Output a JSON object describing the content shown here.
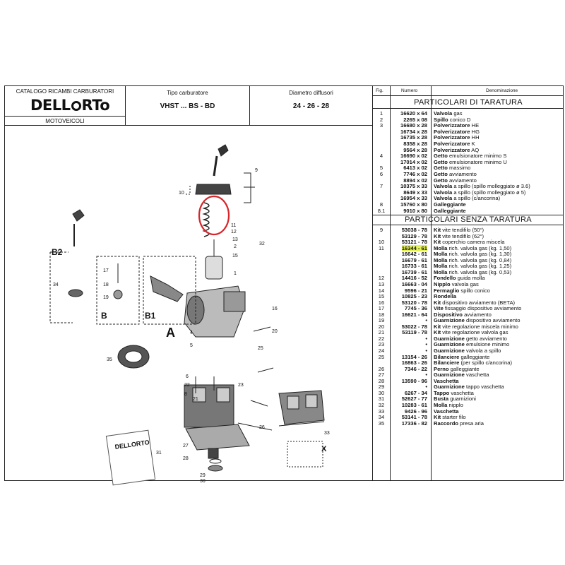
{
  "header": {
    "catalog_title": "CATALOGO RICAMBI CARBURATORI",
    "brand": "DELLORTO",
    "category": "MOTOVEICOLI",
    "carb_type_label": "Tipo carburatore",
    "carb_type_value": "VHST ... BS - BD",
    "diffuser_label": "Diametro diffusori",
    "diffuser_value": "24 - 26 - 28"
  },
  "columns": {
    "fig": "Fig.",
    "numero": "Numero",
    "denominazione": "Denominazione"
  },
  "section_calibration": {
    "title": "PARTICOLARI DI TARATURA",
    "rows": [
      {
        "fig": "1",
        "num": "16620 x 64",
        "name": "Valvola",
        "detail": "gas"
      },
      {
        "fig": "2",
        "num": "2265 x 08",
        "name": "Spillo",
        "detail": "conico D"
      },
      {
        "fig": "3",
        "num": "16680 x 28",
        "name": "Polverizzatore",
        "detail": "HE"
      },
      {
        "fig": "",
        "num": "16734 x 28",
        "name": "Polverizzatore",
        "detail": "HG"
      },
      {
        "fig": "",
        "num": "16735 x 28",
        "name": "Polverizzatore",
        "detail": "HH"
      },
      {
        "fig": "",
        "num": "8358 x 28",
        "name": "Polverizzatore",
        "detail": "K"
      },
      {
        "fig": "",
        "num": "9564 x 28",
        "name": "Polverizzatore",
        "detail": "AQ"
      },
      {
        "fig": "4",
        "num": "16690 x 02",
        "name": "Getto",
        "detail": "emulsionatore minimo S"
      },
      {
        "fig": "",
        "num": "17014 x 02",
        "name": "Getto",
        "detail": "emulsionatore minimo U"
      },
      {
        "fig": "5",
        "num": "6413 x 02",
        "name": "Getto",
        "detail": "massimo"
      },
      {
        "fig": "6",
        "num": "7746 x 02",
        "name": "Getto",
        "detail": "avviamento"
      },
      {
        "fig": "",
        "num": "8894 x 02",
        "name": "Getto",
        "detail": "avviamento"
      },
      {
        "fig": "7",
        "num": "10375 x 33",
        "name": "Valvola",
        "detail": "a spillo (spillo molleggiato ø 3.6)"
      },
      {
        "fig": "",
        "num": "8649 x 33",
        "name": "Valvola",
        "detail": "a spillo (spillo molleggiato ø 5)"
      },
      {
        "fig": "",
        "num": "16954 x 33",
        "name": "Valvola",
        "detail": "a spillo (c/ancorina)"
      },
      {
        "fig": "8",
        "num": "15760 x 80",
        "name": "Galleggiante",
        "detail": ""
      },
      {
        "fig": "8.1",
        "num": "9010 x 80",
        "name": "Galleggiante",
        "detail": ""
      }
    ]
  },
  "section_other": {
    "title": "PARTICOLARI SENZA TARATURA",
    "rows": [
      {
        "fig": "9",
        "num": "53038 - 78",
        "hl": false,
        "name": "Kit",
        "detail": "vite tendifilo (50°)"
      },
      {
        "fig": "",
        "num": "53129 - 78",
        "hl": false,
        "name": "Kit",
        "detail": "vite tendifilo (62°)"
      },
      {
        "fig": "10",
        "num": "53121 - 78",
        "hl": false,
        "name": "Kit",
        "detail": "coperchio camera miscela"
      },
      {
        "fig": "11",
        "num": "16344 - 61",
        "hl": true,
        "name": "Molla",
        "detail": "rich. valvola gas (kg. 1,50)"
      },
      {
        "fig": "",
        "num": "16642 - 61",
        "hl": false,
        "name": "Molla",
        "detail": "rich. valvola gas (kg. 1,30)"
      },
      {
        "fig": "",
        "num": "16679 - 61",
        "hl": false,
        "name": "Molla",
        "detail": "rich. valvola gas (kg. 0,84)"
      },
      {
        "fig": "",
        "num": "16733 - 61",
        "hl": false,
        "name": "Molla",
        "detail": "rich. valvola gas (kg. 1,25)"
      },
      {
        "fig": "",
        "num": "16739 - 61",
        "hl": false,
        "name": "Molla",
        "detail": "rich. valvola gas (kg. 0,53)"
      },
      {
        "fig": "12",
        "num": "14416 - 52",
        "hl": false,
        "name": "Fondello",
        "detail": "guida molla"
      },
      {
        "fig": "13",
        "num": "16663 - 04",
        "hl": false,
        "name": "Nipplo",
        "detail": "valvola gas"
      },
      {
        "fig": "14",
        "num": "9596 - 21",
        "hl": false,
        "name": "Fermaglio",
        "detail": "spillo conico"
      },
      {
        "fig": "15",
        "num": "10825 - 23",
        "hl": false,
        "name": "Rondella",
        "detail": ""
      },
      {
        "fig": "16",
        "num": "53120 - 78",
        "hl": false,
        "name": "Kit",
        "detail": "dispositivo avviamento (BETA)"
      },
      {
        "fig": "17",
        "num": "7745 - 36",
        "hl": false,
        "name": "Vite",
        "detail": "fissaggio dispositivo avviamento"
      },
      {
        "fig": "18",
        "num": "16621 - 64",
        "hl": false,
        "name": "Dispositivo",
        "detail": "avviamento"
      },
      {
        "fig": "19",
        "num": "•",
        "hl": false,
        "name": "Guarnizione",
        "detail": "dispositivo avviamento"
      },
      {
        "fig": "20",
        "num": "53022 - 78",
        "hl": false,
        "name": "Kit",
        "detail": "vite regolazione miscela minimo"
      },
      {
        "fig": "21",
        "num": "53119 - 78",
        "hl": false,
        "name": "Kit",
        "detail": "vite regolazione valvola gas"
      },
      {
        "fig": "22",
        "num": "•",
        "hl": false,
        "name": "Guarnizione",
        "detail": "getto avviamento"
      },
      {
        "fig": "23",
        "num": "•",
        "hl": false,
        "name": "Guarnizione",
        "detail": "emulsione minimo"
      },
      {
        "fig": "24",
        "num": "•",
        "hl": false,
        "name": "Guarnizione",
        "detail": "valvola a spillo"
      },
      {
        "fig": "25",
        "num": "13154 - 26",
        "hl": false,
        "name": "Bilanciere",
        "detail": "galleggiante"
      },
      {
        "fig": "",
        "num": "16863 - 26",
        "hl": false,
        "name": "Bilanciere",
        "detail": "(per spillo c/ancorina)"
      },
      {
        "fig": "26",
        "num": "7346 - 22",
        "hl": false,
        "name": "Perno",
        "detail": "galleggiante"
      },
      {
        "fig": "27",
        "num": "•",
        "hl": false,
        "name": "Guarnizione",
        "detail": "vaschetta"
      },
      {
        "fig": "28",
        "num": "13590 - 96",
        "hl": false,
        "name": "Vaschetta",
        "detail": ""
      },
      {
        "fig": "29",
        "num": "•",
        "hl": false,
        "name": "Guarnizione",
        "detail": "tappo vaschetta"
      },
      {
        "fig": "30",
        "num": "6267 - 34",
        "hl": false,
        "name": "Tappo",
        "detail": "vaschetta"
      },
      {
        "fig": "31",
        "num": "52627 - 77",
        "hl": false,
        "name": "Busta",
        "detail": "guarnizioni"
      },
      {
        "fig": "32",
        "num": "10283 - 61",
        "hl": false,
        "name": "Molla",
        "detail": "nipplo"
      },
      {
        "fig": "33",
        "num": "9426 - 96",
        "hl": false,
        "name": "Vaschetta",
        "detail": ""
      },
      {
        "fig": "34",
        "num": "53141 - 78",
        "hl": false,
        "name": "Kit",
        "detail": "starter filo"
      },
      {
        "fig": "35",
        "num": "17336 - 82",
        "hl": false,
        "name": "Raccordo",
        "detail": "presa aria"
      }
    ]
  },
  "drawing": {
    "views": [
      "A",
      "B",
      "B1",
      "B2",
      "X"
    ],
    "callouts": [
      "1",
      "2",
      "4",
      "5",
      "6",
      "8",
      "9",
      "10",
      "11",
      "12",
      "13",
      "15",
      "16",
      "17",
      "18",
      "19",
      "20",
      "21",
      "22",
      "23",
      "25",
      "26",
      "27",
      "28",
      "29",
      "30",
      "31",
      "32",
      "33",
      "34",
      "35"
    ],
    "packet_brand": "DELLORTO",
    "highlight_color": "#d8262b"
  }
}
